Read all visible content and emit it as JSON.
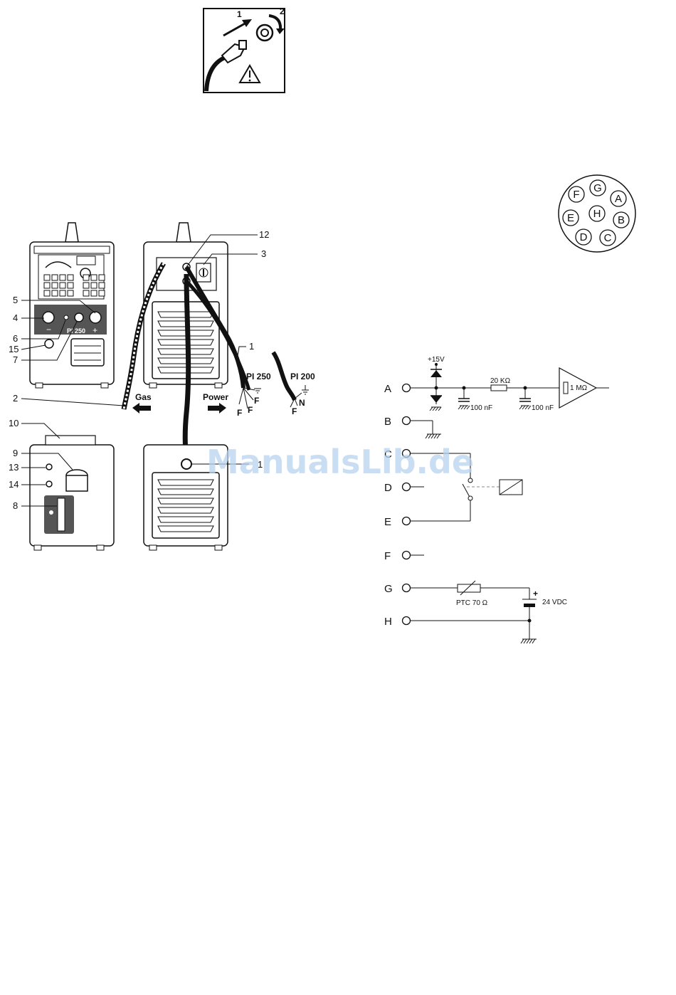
{
  "connection_figure": {
    "step1": "1",
    "step2": "2"
  },
  "callouts": {
    "c12": "12",
    "c3": "3",
    "c5": "5",
    "c4": "4",
    "c6": "6",
    "c15": "15",
    "c7": "7",
    "c1": "1",
    "c2": "2",
    "c10": "10",
    "c9": "9",
    "c13": "13",
    "c14": "14",
    "c8": "8",
    "c1b": "1"
  },
  "machine": {
    "model_badge": "PI 250",
    "minus": "−",
    "plus": "+"
  },
  "flow": {
    "gas": "Gas",
    "power": "Power"
  },
  "cables": {
    "pi250": {
      "title": "PI 250",
      "wires": [
        "F",
        "F",
        "F"
      ]
    },
    "pi200": {
      "title": "PI 200",
      "wires": [
        "N",
        "F"
      ]
    }
  },
  "connector_pins": [
    "F",
    "G",
    "A",
    "E",
    "H",
    "B",
    "D",
    "C"
  ],
  "schematic": {
    "pins": [
      "A",
      "B",
      "C",
      "D",
      "E",
      "F",
      "G",
      "H"
    ],
    "supply": "+15V",
    "resistor": "20 KΩ",
    "cap1": "100 nF",
    "cap2": "100 nF",
    "amp_input": "1 MΩ",
    "ptc": "PTC 70 Ω",
    "battery": "24 VDC",
    "battery_plus": "+"
  },
  "watermark": "ManualsLib.de"
}
